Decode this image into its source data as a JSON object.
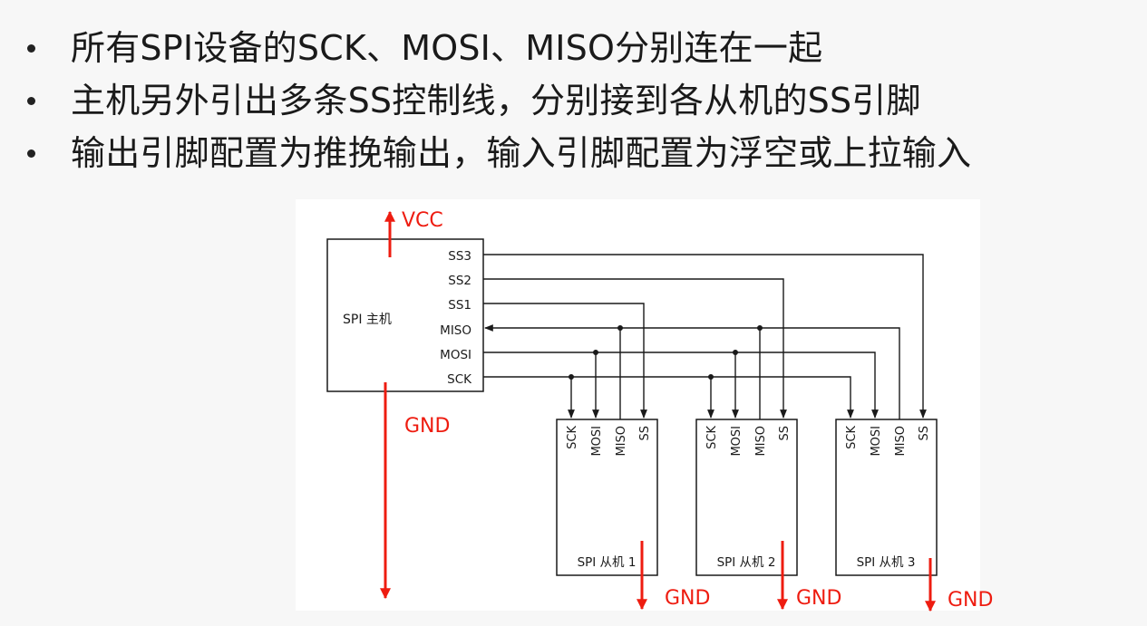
{
  "bullets": [
    {
      "text": "所有SPI设备的SCK、MOSI、MISO分别连在一起"
    },
    {
      "text": "主机另外引出多条SS控制线，分别接到各从机的SS引脚"
    },
    {
      "text": "输出引脚配置为推挽输出，输入引脚配置为浮空或上拉输入"
    }
  ],
  "diagram": {
    "master": {
      "label": "SPI 主机",
      "pins": [
        "SS3",
        "SS2",
        "SS1",
        "MISO",
        "MOSI",
        "SCK"
      ]
    },
    "slaves": [
      {
        "label": "SPI 从机 1",
        "pins": [
          "SCK",
          "MOSI",
          "MISO",
          "SS"
        ]
      },
      {
        "label": "SPI 从机 2",
        "pins": [
          "SCK",
          "MOSI",
          "MISO",
          "SS"
        ]
      },
      {
        "label": "SPI 从机 3",
        "pins": [
          "SCK",
          "MOSI",
          "MISO",
          "SS"
        ]
      }
    ],
    "annotations": {
      "vcc": "VCC",
      "gnd_master": "GND",
      "gnd_slave1": "GND",
      "gnd_slave2": "GND",
      "gnd_slave3": "GND"
    },
    "annotation_color": "#ee1c10",
    "line_color": "#1a1a1a"
  }
}
